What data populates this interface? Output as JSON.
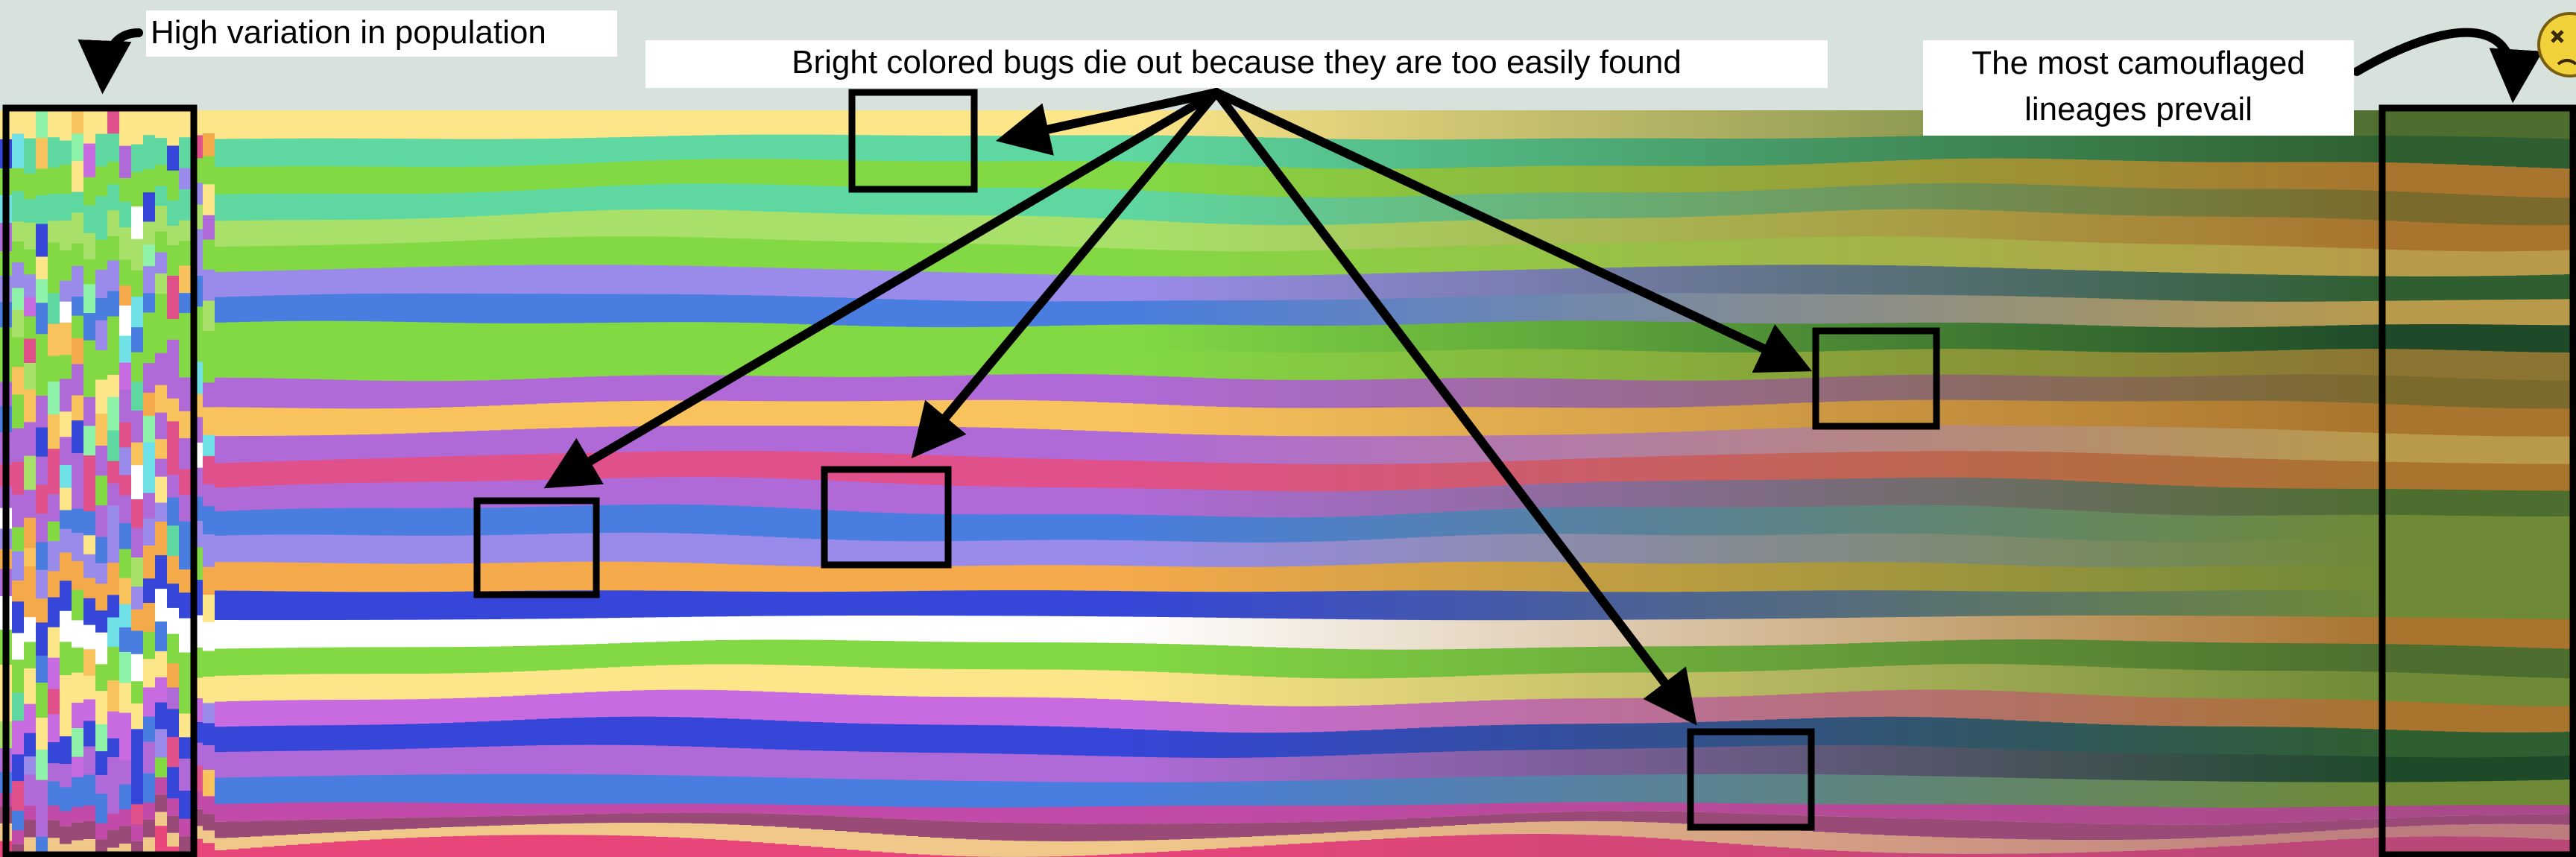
{
  "annotations": {
    "variation": "High variation in population",
    "bright": "Bright colored bugs die out because they are too easily found",
    "camouflage_line1": "The most camouflaged",
    "camouflage_line2": "lineages prevail"
  },
  "palette": {
    "background": "#d6e2db",
    "bright_band_colors": [
      "#fde58a",
      "#f8c35c",
      "#f4a94a",
      "#8ef2a8",
      "#5fd7a0",
      "#4a7de0",
      "#3546d8",
      "#6fe0e6",
      "#c86be0",
      "#e0508a",
      "#83d944",
      "#a8e06a",
      "#9a8bea",
      "#b06ad8",
      "#ffffff"
    ],
    "camouflage_colors": [
      "#1e4a2a",
      "#2f5f30",
      "#6e8a36",
      "#8c7432",
      "#a8742e",
      "#b89a4a",
      "#7a6a2c",
      "#4e6e30"
    ],
    "pink_floor": "#e8457a",
    "magenta_band": "#c24aa8",
    "pale_band": "#f0c88a",
    "mauve_band": "#9a4a76"
  },
  "emoji_icon": "dead-face-emoji-icon"
}
